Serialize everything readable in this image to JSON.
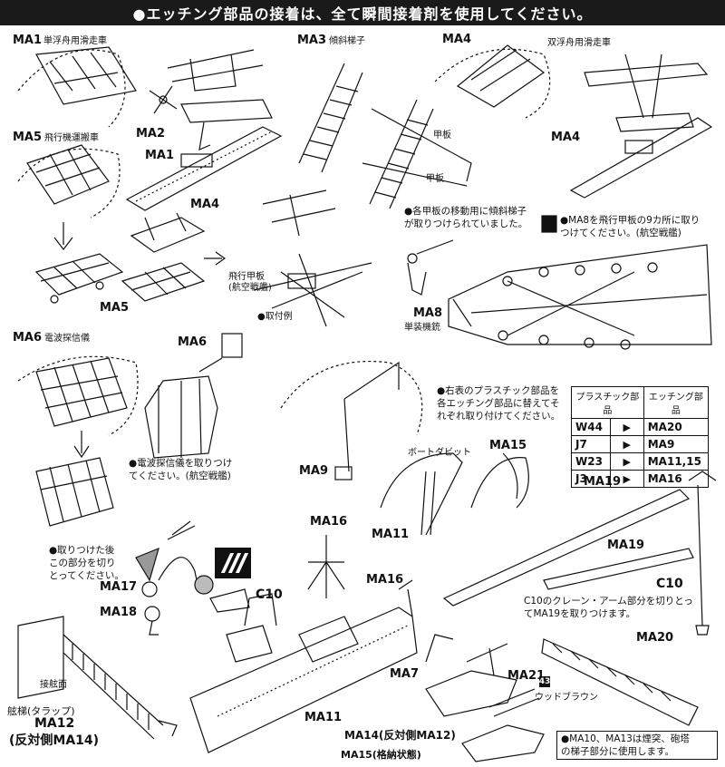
{
  "header": {
    "text": "●エッチング部品の接着は、全て瞬間接着剤を使用してください。"
  },
  "labels": {
    "ma1_top": "MA1",
    "ma1_top_desc": "単浮舟用滑走車",
    "ma2": "MA2",
    "ma1_ship": "MA1",
    "ma3": "MA3",
    "ma3_desc": "傾斜梯子",
    "ma4_top": "MA4",
    "ma4_top_desc": "双浮舟用滑走車",
    "ma4_right": "MA4",
    "ma5_top": "MA5",
    "ma5_top_desc": "飛行機運搬車",
    "ma4_mid": "MA4",
    "ma5_mid": "MA5",
    "deck1": "甲板",
    "deck2": "甲板",
    "flight_deck": "飛行甲板",
    "flight_deck_sub": "(航空戦艦)",
    "example": "●取付例",
    "ma8": "MA8",
    "ma8_desc": "単装機銃",
    "ma6_top": "MA6",
    "ma6_top_desc": "電波探信儀",
    "ma6_mid": "MA6",
    "ma9": "MA9",
    "boat_davit": "ボートダビット",
    "ma15_top": "MA15",
    "ma11_mid": "MA11",
    "ma16_mid": "MA16",
    "ma16_side": "MA16",
    "ma19_top": "MA19",
    "ma19_mid": "MA19",
    "c10_right": "C10",
    "ma17": "MA17",
    "ma18": "MA18",
    "c10_left": "C10",
    "ma20": "MA20",
    "ma7": "MA7",
    "ma21": "MA21",
    "wood_brown": "ウッドブラウン",
    "badge_num": "43",
    "landing": "接舷面",
    "gangway": "舷梯(タラップ)",
    "ma12": "MA12",
    "ma12_sub": "(反対側MA14)",
    "ma11_bottom": "MA11",
    "ma14_bottom": "MA14(反対側MA12)",
    "ma15_bottom": "MA15(格納状態)"
  },
  "notes": {
    "ladder_note_1": "●各甲板の移動用に傾斜梯子",
    "ladder_note_2": "が取りつけられていました。",
    "ma8_note_1": "●MA8を飛行甲板の9カ所に取り",
    "ma8_note_2": "つけてください。(航空戦艦)",
    "radar_note_1": "●電波探信儀を取りつけ",
    "radar_note_2": "てください。(航空戦艦)",
    "replace_note_1": "●右表のプラスチック部品を",
    "replace_note_2": "各エッチング部品に替えてそ",
    "replace_note_3": "れぞれ取り付けてください。",
    "cut_note_1": "●取りつけた後",
    "cut_note_2": "この部分を切り",
    "cut_note_3": "とってください。",
    "c10_note_1": "C10のクレーン・アーム部分を切りとっ",
    "c10_note_2": "てMA19を取りつけます。",
    "box_note_1": "●MA10、MA13は煙突、砲塔",
    "box_note_2": "の梯子部分に使用します。"
  },
  "table": {
    "header_plastic": "プラスチック部品",
    "header_etching": "エッチング部品",
    "rows": [
      {
        "plastic": "W44",
        "etching": "MA20"
      },
      {
        "plastic": "J7",
        "etching": "MA9"
      },
      {
        "plastic": "W23",
        "etching": "MA11,15"
      },
      {
        "plastic": "J3",
        "etching": "MA16"
      }
    ]
  }
}
